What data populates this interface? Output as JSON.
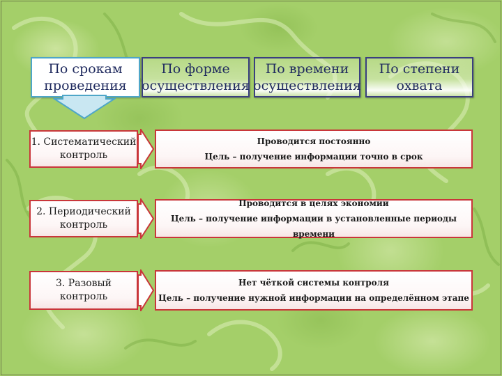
{
  "headers": [
    "По срокам\nпроведения",
    "По форме\nосуществления",
    "По времени\nосуществления",
    "По степени\nохвата"
  ],
  "rows": [
    {
      "type": "1. Систематический\nконтроль",
      "line1": "Проводится постоянно",
      "line2": "Цель – получение информации точно в срок"
    },
    {
      "type": "2. Периодический\nконтроль",
      "line1": "Проводится в целях экономии",
      "line2": "Цель – получение информации в установленные периоды времени"
    },
    {
      "type": "3. Разовый\nконтроль",
      "line1": "Нет чёткой системы контроля",
      "line2": "Цель – получение нужной информации на определённом этапе"
    }
  ],
  "colors": {
    "background": "#a4cf69",
    "header_border": "#3a3f80",
    "first_header_border": "#4ea6c8",
    "row_border": "#c9363a",
    "arrow_fill": "#c9e7f2"
  }
}
